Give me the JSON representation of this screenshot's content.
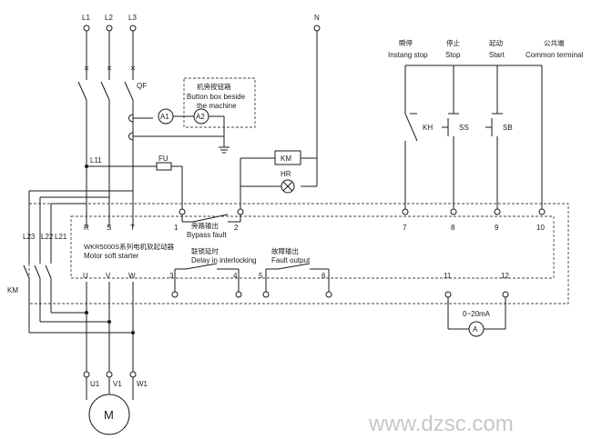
{
  "lines": {
    "l1": "L1",
    "l2": "L2",
    "l3": "L3",
    "n": "N"
  },
  "qf": "QF",
  "fu": "FU",
  "l11": "L11",
  "l21": "L21",
  "l22": "L22",
  "l23": "L23",
  "km_left": "KM",
  "button_box": {
    "cn": "机旁按钮箱",
    "en1": "Button box beside",
    "en2": "the machine"
  },
  "meters": {
    "a1": "A1",
    "a2": "A2",
    "ammeter": "A",
    "range": "0~20mA"
  },
  "km_coil": "KM",
  "hr": "HR",
  "starter": {
    "cn": "WKR5000S系列电机软起动器",
    "en": "Motor soft starter"
  },
  "bypass": {
    "cn": "旁路输出",
    "en": "Bypass fault"
  },
  "interlock": {
    "cn": "联锁延时",
    "en": "Delay in interlocking"
  },
  "fault": {
    "cn": "故障输出",
    "en": "Fault output"
  },
  "terminals": {
    "r": "R",
    "s": "S",
    "t": "T",
    "u": "U",
    "v": "V",
    "w": "W",
    "t1": "1",
    "t2": "2",
    "t3": "3",
    "t4": "4",
    "t5": "5",
    "t6": "6",
    "t7": "7",
    "t8": "8",
    "t9": "9",
    "t10": "10",
    "t11": "11",
    "t12": "12"
  },
  "controls": [
    {
      "cn": "瞬停",
      "en": "Instang stop",
      "tag": "KH"
    },
    {
      "cn": "停止",
      "en": "Stop",
      "tag": "SS"
    },
    {
      "cn": "起动",
      "en": "Start",
      "tag": "SB"
    },
    {
      "cn": "公共端",
      "en": "Common terminal",
      "tag": ""
    }
  ],
  "motor_terms": {
    "u1": "U1",
    "v1": "V1",
    "w1": "W1"
  },
  "motor": "M",
  "watermark": "www.dzsc.com"
}
